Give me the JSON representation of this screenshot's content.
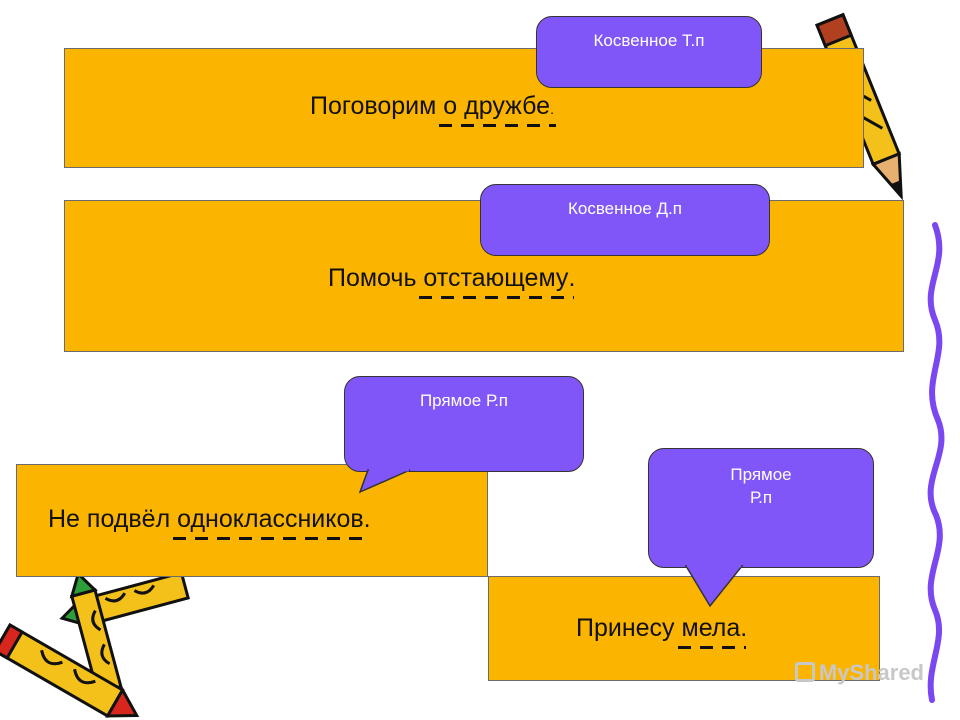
{
  "slide": {
    "rows": [
      {
        "before": "Поговорим ",
        "word": "о дружбе",
        "after": "."
      },
      {
        "before": "Помочь ",
        "word": "отстающему",
        "after": "."
      },
      {
        "before": "Не подвёл ",
        "word": "одноклассников",
        "after": "."
      },
      {
        "before": "Принесу ",
        "word": "мела",
        "after": "."
      }
    ],
    "callouts": [
      {
        "line1": "Косвенное Т.п",
        "line2": ""
      },
      {
        "line1": "Косвенное Д.п",
        "line2": ""
      },
      {
        "line1": "Прямое Р.п",
        "line2": ""
      },
      {
        "line1": "Прямое",
        "line2": "Р.п"
      }
    ],
    "watermark": "MyShared",
    "colors": {
      "box": "#fbb400",
      "callout": "#8056f8",
      "squiggle": "#7a48f0"
    },
    "icons": [
      "pencil-icon",
      "crayon-icon"
    ]
  }
}
